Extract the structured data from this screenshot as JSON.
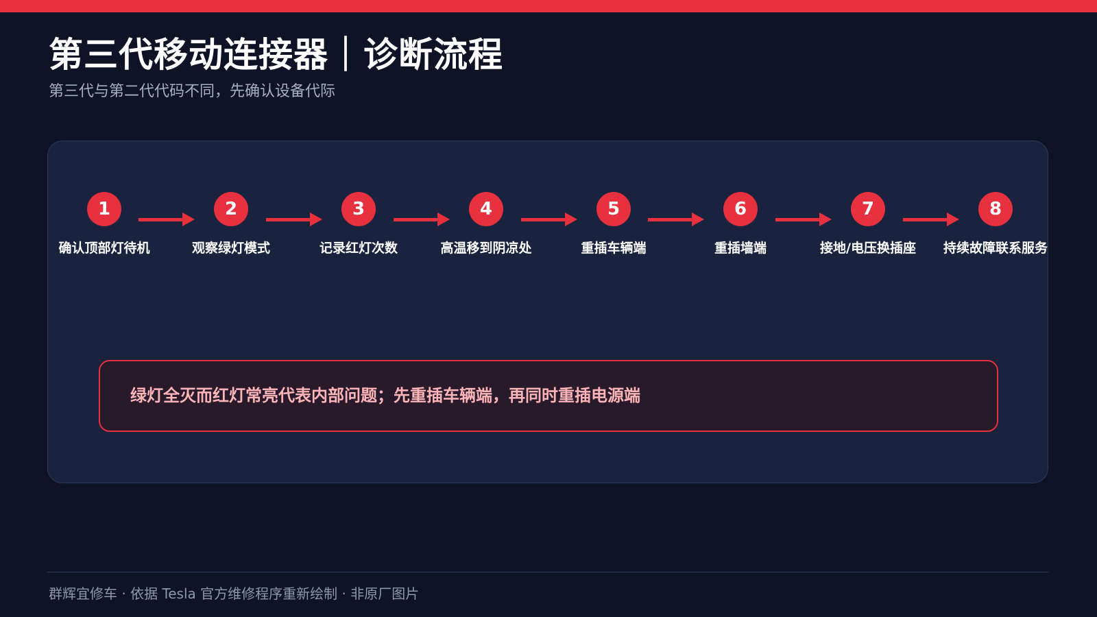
{
  "header": {
    "title": "第三代移动连接器｜诊断流程",
    "subtitle": "第三代与第二代代码不同，先确认设备代际"
  },
  "flow": {
    "steps": [
      {
        "number": "1",
        "label": "确认顶部灯待机"
      },
      {
        "number": "2",
        "label": "观察绿灯模式"
      },
      {
        "number": "3",
        "label": "记录红灯次数"
      },
      {
        "number": "4",
        "label": "高温移到阴凉处"
      },
      {
        "number": "5",
        "label": "重插车辆端"
      },
      {
        "number": "6",
        "label": "重插墙端"
      },
      {
        "number": "7",
        "label": "接地/电压换插座"
      },
      {
        "number": "8",
        "label": "持续故障联系服务"
      }
    ]
  },
  "note": {
    "text": "绿灯全灭而红灯常亮代表内部问题；先重插车辆端，再同时重插电源端"
  },
  "footer": {
    "text": "群辉宜修车 · 依据 Tesla 官方维修程序重新绘制 · 非原厂图片"
  },
  "colors": {
    "accent": "#e8313f",
    "background": "#0e1325",
    "panel": "#19233d",
    "note_text": "#ffb4b8"
  }
}
